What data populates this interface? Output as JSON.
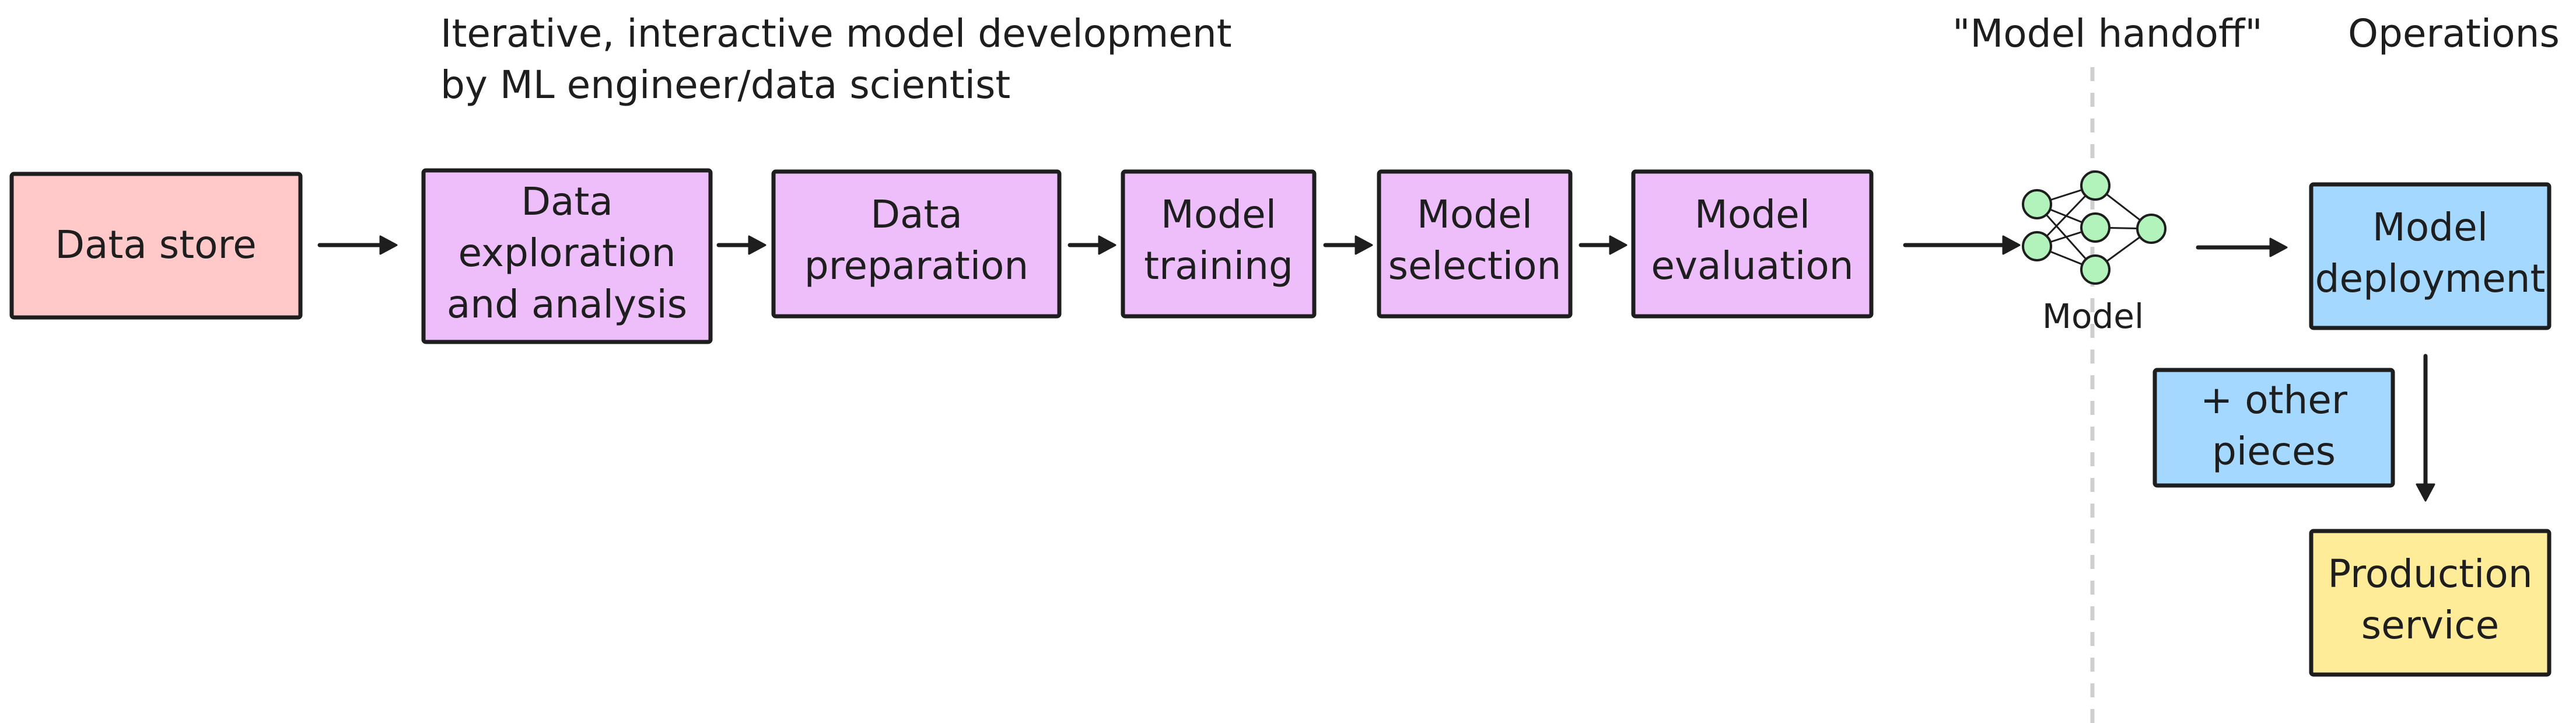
{
  "header": {
    "dev_line1": "Iterative, interactive model development",
    "dev_line2": "by ML engineer/data scientist",
    "handoff": "\"Model handoff\"",
    "operations": "Operations"
  },
  "nodes": {
    "data_store": {
      "lines": [
        "Data store"
      ],
      "color": "#ffc9c9"
    },
    "exploration": {
      "lines": [
        "Data",
        "exploration",
        "and analysis"
      ],
      "color": "#eebefa"
    },
    "preparation": {
      "lines": [
        "Data",
        "preparation"
      ],
      "color": "#eebefa"
    },
    "training": {
      "lines": [
        "Model",
        "training"
      ],
      "color": "#eebefa"
    },
    "selection": {
      "lines": [
        "Model",
        "selection"
      ],
      "color": "#eebefa"
    },
    "evaluation": {
      "lines": [
        "Model",
        "evaluation"
      ],
      "color": "#eebefa"
    },
    "deployment": {
      "lines": [
        "Model",
        "deployment"
      ],
      "color": "#a5d8ff"
    },
    "other_pieces": {
      "lines": [
        "+ other",
        "pieces"
      ],
      "color": "#a5d8ff"
    },
    "production": {
      "lines": [
        "Production",
        "service"
      ],
      "color": "#ffec99"
    }
  },
  "model_icon": {
    "label": "Model",
    "icon": "neural-network-icon",
    "neuron_color": "#b2f2bb"
  },
  "colors": {
    "stroke": "#1e1e1e",
    "divider": "#cfcfcf"
  }
}
